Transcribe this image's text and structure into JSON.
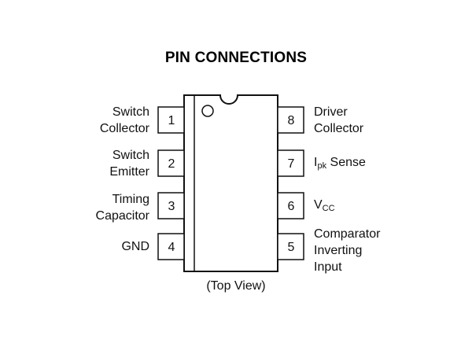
{
  "title": "PIN CONNECTIONS",
  "view_caption": "(Top View)",
  "pins": [
    {
      "number": "1",
      "label_lines": [
        "Switch",
        "Collector"
      ]
    },
    {
      "number": "2",
      "label_lines": [
        "Switch",
        "Emitter"
      ]
    },
    {
      "number": "3",
      "label_lines": [
        "Timing",
        "Capacitor"
      ]
    },
    {
      "number": "4",
      "label_lines": [
        "GND"
      ]
    },
    {
      "number": "5",
      "label_lines": [
        "Comparator",
        "Inverting",
        "Input"
      ]
    },
    {
      "number": "6",
      "label_main": "V",
      "label_sub": "CC"
    },
    {
      "number": "7",
      "label_main": "I",
      "label_sub": "pk",
      "label_rest": " Sense"
    },
    {
      "number": "8",
      "label_lines": [
        "Driver",
        "Collector"
      ]
    }
  ]
}
